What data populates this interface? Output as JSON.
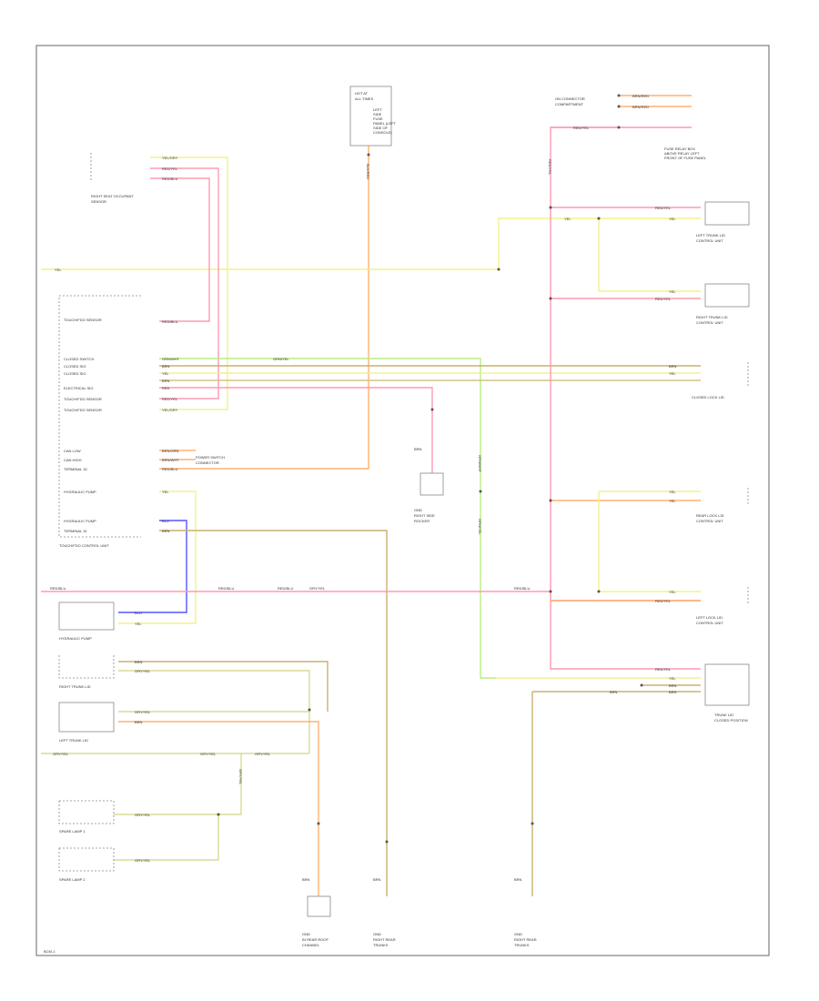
{
  "page_code": "BCM-1",
  "wire_colors": {
    "yel": "#f2f28c",
    "red": "#ff9ab0",
    "orange": "#ffb070",
    "green": "#b8ee80",
    "blue": "#5555ff",
    "brn": "#c8b070",
    "brn_light": "#d8c080",
    "gry_yel": "#dadc94"
  },
  "components": {
    "relay_box": {
      "lines": [
        "HOT AT",
        "ALL TIMES",
        "",
        "LEFT",
        "SIDE",
        "FUSE",
        "PANEL (LEFT",
        "SIDE OF",
        "CONSOLE)"
      ]
    },
    "seat_occupancy": {
      "lines": [
        "RIGHT SEAT OCCUPANT",
        "SENSOR"
      ]
    },
    "control_unit": {
      "name": "TOUCH/FDO CONTROL UNIT",
      "pins": [
        "TOUCH/FDO SENSOR",
        "CLOSED SWITCH",
        "CLOSED SIG",
        "CLOSED SIG",
        "ELECTRICAL SIG",
        "TOUCH/FDO SENSOR",
        "TOUCH/FDO SENSOR",
        "CAN LOW",
        "CAN HIGH",
        "TERMINAL 15",
        "HYDRAULIC PUMP",
        "HYDRAULIC PUMP",
        "TERMINAL 31"
      ]
    },
    "hydraulic_pump": {
      "label": "HYDRAULIC PUMP"
    },
    "right_relay": {
      "label": "RIGHT TRUNK LID"
    },
    "left_relay": {
      "label": "LEFT TRUNK LID"
    },
    "spare_lamp1": {
      "label": "SPARE LAMP 1"
    },
    "spare_lamp2": {
      "label": "SPARE LAMP 2"
    },
    "left_trunk_lid": {
      "lines": [
        "LEFT TRUNK LID",
        "CONTROL UNIT"
      ]
    },
    "right_trunk_lid": {
      "lines": [
        "RIGHT TRUNK LID",
        "CONTROL UNIT"
      ]
    },
    "closed_lock": {
      "label": "CLOSED LOCK LID"
    },
    "rear_lock_lid": {
      "lines": [
        "REAR LOCK LID",
        "CONTROL UNIT"
      ]
    },
    "left_lock_lid": {
      "lines": [
        "LEFT LOCK LID",
        "CONTROL UNIT"
      ]
    },
    "trunk_lock_motor": {
      "lines": [
        "TRUNK LID",
        "CLOSED POSITION"
      ]
    },
    "fuse_note": {
      "lines": [
        "FUSE RELAY BOX",
        "ABOVE RELAY LEFT",
        "FRONT OF FUSE PANEL"
      ]
    },
    "connectors": {
      "lines": [
        "ON CONNECTOR",
        "COMPARTMENT"
      ]
    },
    "ground_mid": {
      "lines": [
        "GND",
        "RIGHT SIDE",
        "ROCKER"
      ]
    },
    "ground_g1": {
      "lines": [
        "GND",
        "IN REAR ROOF",
        "CHANNEL"
      ]
    },
    "ground_g2": {
      "lines": [
        "GND",
        "RIGHT REAR",
        "TRUNKS"
      ]
    },
    "ground_g3": {
      "lines": [
        "GND",
        "RIGHT REAR",
        "TRUNKS"
      ]
    },
    "terminal_note": {
      "lines": [
        "POWER SWITCH",
        "CONNECTOR"
      ]
    }
  },
  "wire_labels": {
    "yel_top": "YEL/GRY",
    "red_top": "RED/YEL",
    "red2_top": "RED/BLU",
    "yel_long": "YEL",
    "orange_vert": "BLK/RED",
    "sensor_red": "RED/BLU",
    "green_h": "GRN/WHT",
    "green_h2": "GRN/YEL",
    "brn1": "BRN",
    "yel2": "YEL",
    "brn2": "BRN",
    "red3": "RED",
    "red_yel": "RED/YEL",
    "yel_gry": "YEL/GRY",
    "can1": "BRN/GRN",
    "can2": "BRN/WHT",
    "term15": "RED/BLU",
    "hyd1": "YEL",
    "hyd2": "BLU",
    "term31": "BRN",
    "red_long_left": "RED/BLU",
    "red_long_mid": "RED/BLU",
    "red_long_mid2": "RED/BLU",
    "red_long_mid3": "GRY/YEL",
    "red_long_right": "RED/BLU",
    "gnd_mid": "BRN",
    "green_v1": "GRN/WHT",
    "green_v2": "GRN/YEL",
    "pump1": "BLU",
    "pump2": "YEL",
    "right_lid1": "BRN",
    "right_lid2": "GRY/YEL",
    "left_lid1": "GRY/YEL",
    "left_lid2": "BRN",
    "gry_long": "GRY/YEL",
    "gry_long2": "GRY/YEL",
    "gry_long3": "GRY/YEL",
    "spare1": "GRY/YEL",
    "spare2": "GRY/YEL",
    "gry_vert": "GRY/YEL",
    "gnd_bot1": "BRN",
    "gnd_bot2": "BRN",
    "gnd_bot3": "BRN",
    "rt_top1": "BRN/RED",
    "rt_top2": "BRN/RED",
    "rt_top3": "RED/YEL",
    "rt_red_v": "RED/YEL",
    "rt_yel": "YEL",
    "rt_red1": "RED/YEL",
    "rt_yel1": "YEL",
    "rt_yel2": "YEL",
    "rt_red2": "RED/YEL",
    "rt_brn1": "BRN",
    "rt_yel3": "YEL",
    "rt_yel4": "YEL",
    "rt_org1": "YEL",
    "rt_red_ll1": "YEL",
    "rt_red_ll2": "RED/YEL",
    "rt_rear1": "RED/YEL",
    "rt_rear2": "YEL",
    "rt_rear3": "BRN",
    "rt_rear4": "BRN",
    "rt_rear_gnd": "BRN"
  }
}
